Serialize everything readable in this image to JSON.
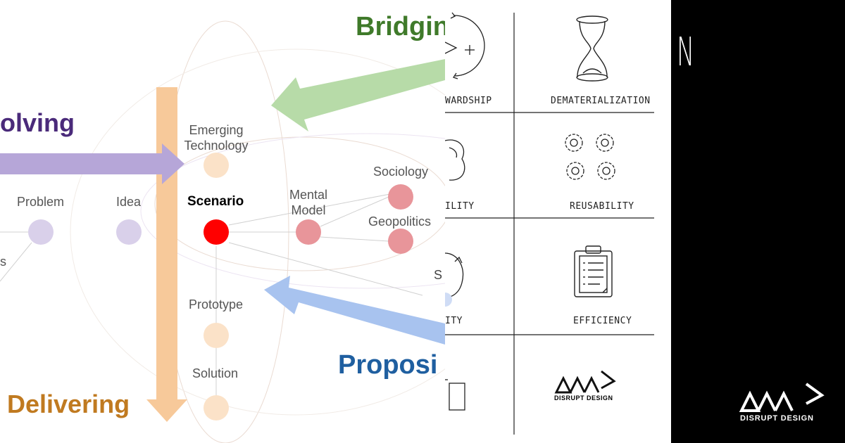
{
  "diagram": {
    "labels": {
      "solving": "olving",
      "delivering": "Delivering",
      "bridging": "Bridgin",
      "proposing": "Proposi",
      "emerging_line1": "Emerging",
      "emerging_line2": "Technology",
      "scenario": "Scenario",
      "problem": "Problem",
      "idea": "Idea",
      "mental_line1": "Mental",
      "mental_line2": "Model",
      "sociology": "Sociology",
      "geopolitics": "Geopolitics",
      "prototype": "Prototype",
      "solution": "Solution",
      "edge_s": "s"
    },
    "colors": {
      "solving": "#4a2a7a",
      "delivering": "#c07a20",
      "bridging": "#3f7a2a",
      "proposing": "#1f5fa0",
      "scenario_node": "#ff0000",
      "pink_node": "#e8959a",
      "peach_node": "#fbe2c8",
      "lavender_node": "#d9d0ea",
      "orange_bar": "#f7c99a",
      "purple_arrow": "#b6a6d8",
      "green_arrow": "#b7dba8",
      "blue_arrow": "#a8c3ef"
    }
  },
  "panel": {
    "cells": [
      {
        "caption": "WARDSHIP",
        "icon": "stewardship-icon"
      },
      {
        "caption": "DEMATERIALIZATION",
        "icon": "hourglass-icon"
      },
      {
        "caption": "ILITY",
        "icon": "partial-icon"
      },
      {
        "caption": "REUSABILITY",
        "icon": "gears-icon"
      },
      {
        "caption": "ITY",
        "icon": "partial-cycle-icon"
      },
      {
        "caption": "EFFICIENCY",
        "icon": "clipboard-icon"
      },
      {
        "caption": "",
        "icon": "partial-frame-icon"
      },
      {
        "caption": "DISRUPT DESIGN",
        "icon": "disrupt-design-logo"
      }
    ],
    "stray_letter": "S"
  },
  "black_panel": {
    "letter": "N",
    "logo_text": "DISRUPT DESIGN"
  }
}
